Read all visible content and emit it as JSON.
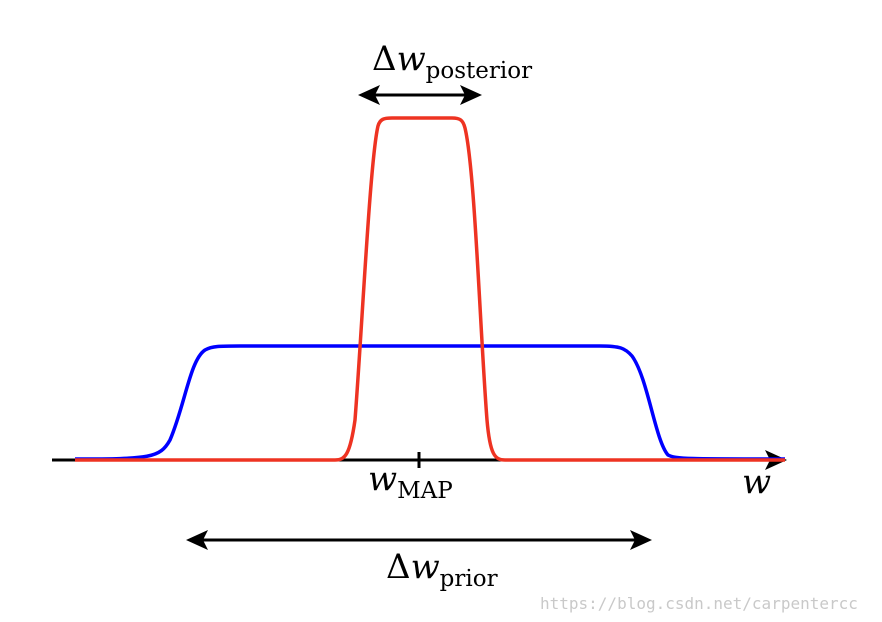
{
  "labels": {
    "delta_posterior": {
      "delta": "Δ",
      "var": "w",
      "sub": "posterior"
    },
    "w_map": {
      "var": "w",
      "sub": "MAP"
    },
    "w_axis": {
      "var": "w"
    },
    "delta_prior": {
      "delta": "Δ",
      "var": "w",
      "sub": "prior"
    }
  },
  "watermark": "https://blog.csdn.net/carpentercc",
  "curves": {
    "prior": {
      "color": "#0000ff"
    },
    "posterior": {
      "color": "#ee3322"
    }
  },
  "axis_color": "#000000"
}
